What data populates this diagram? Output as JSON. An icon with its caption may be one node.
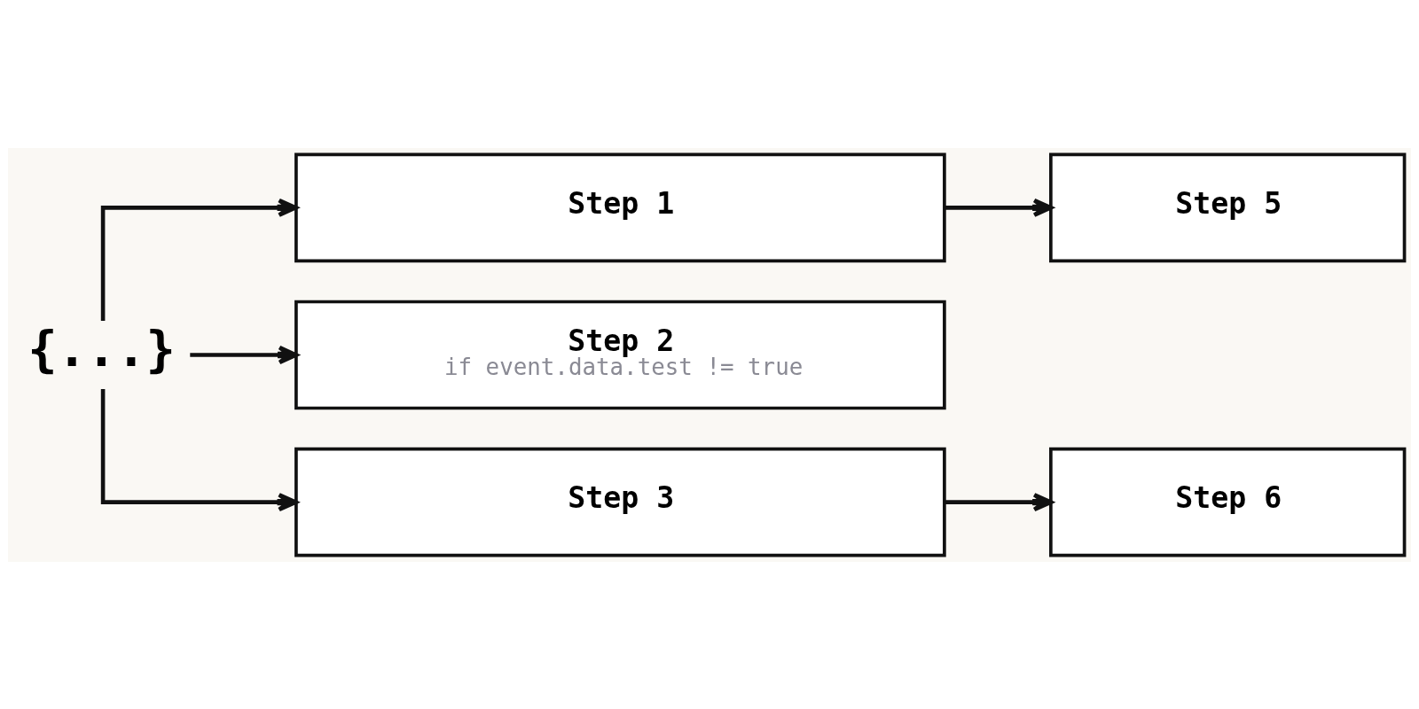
{
  "diagram": {
    "nodes": [
      {
        "text": [
          "{...}"
        ]
      },
      {
        "text": [
          "Step 1"
        ]
      },
      {
        "text": [
          "Step 2",
          "if event.data.test != true"
        ]
      },
      {
        "text": [
          "Step 3"
        ]
      },
      {
        "text": [
          "Step 5"
        ]
      },
      {
        "text": [
          "Step 6"
        ]
      }
    ],
    "edges": [
      {
        "from": 0,
        "to": 1,
        "arrow": "to"
      },
      {
        "from": 0,
        "to": 2,
        "arrow": "to"
      },
      {
        "from": 0,
        "to": 3,
        "arrow": "to"
      },
      {
        "from": 1,
        "to": 4,
        "arrow": "to"
      },
      {
        "from": 3,
        "to": 5,
        "arrow": "to"
      }
    ]
  }
}
